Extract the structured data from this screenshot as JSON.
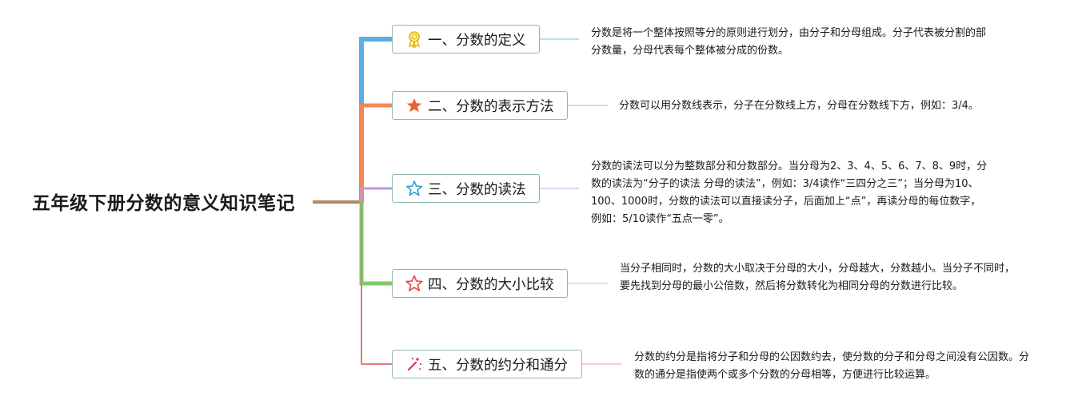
{
  "root": {
    "title": "五年级下册分数的意义知识笔记"
  },
  "branches": [
    {
      "label": "一、分数的定义",
      "icon": "award-ribbon-icon",
      "color": "#5dade2",
      "note": "分数是将一个整体按照等分的原则进行划分，由分子和分母组成。分子代表被分割的部分数量，分母代表每个整体被分成的份数。"
    },
    {
      "label": "二、分数的表示方法",
      "icon": "star-filled-icon",
      "color": "#f0885a",
      "note": "分数可以用分数线表示，分子在分数线上方，分母在分数线下方，例如：3/4。"
    },
    {
      "label": "三、分数的读法",
      "icon": "star-outline-icon",
      "color": "#b89ae0",
      "note": "分数的读法可以分为整数部分和分数部分。当分母为2、3、4、5、6、7、8、9时，分数的读法为“分子的读法 分母的读法”，例如：3/4读作“三四分之三”；当分母为10、100、1000时，分数的读法可以直接读分子，后面加上“点”，再读分母的每位数字，例如：5/10读作“五点一零”。"
    },
    {
      "label": "四、分数的大小比较",
      "icon": "star-outline-red-icon",
      "color": "#7dcc6a",
      "note": "当分子相同时，分数的大小取决于分母的大小，分母越大，分数越小。当分子不同时，要先找到分母的最小公倍数，然后将分数转化为相同分母的分数进行比较。"
    },
    {
      "label": "五、分数的约分和通分",
      "icon": "magic-wand-icon",
      "color": "#e87a7a",
      "note": "分数的约分是指将分子和分母的公因数约去，使分数的分子和分母之间没有公因数。分数的通分是指使两个或多个分数的分母相等，方便进行比较运算。"
    }
  ]
}
